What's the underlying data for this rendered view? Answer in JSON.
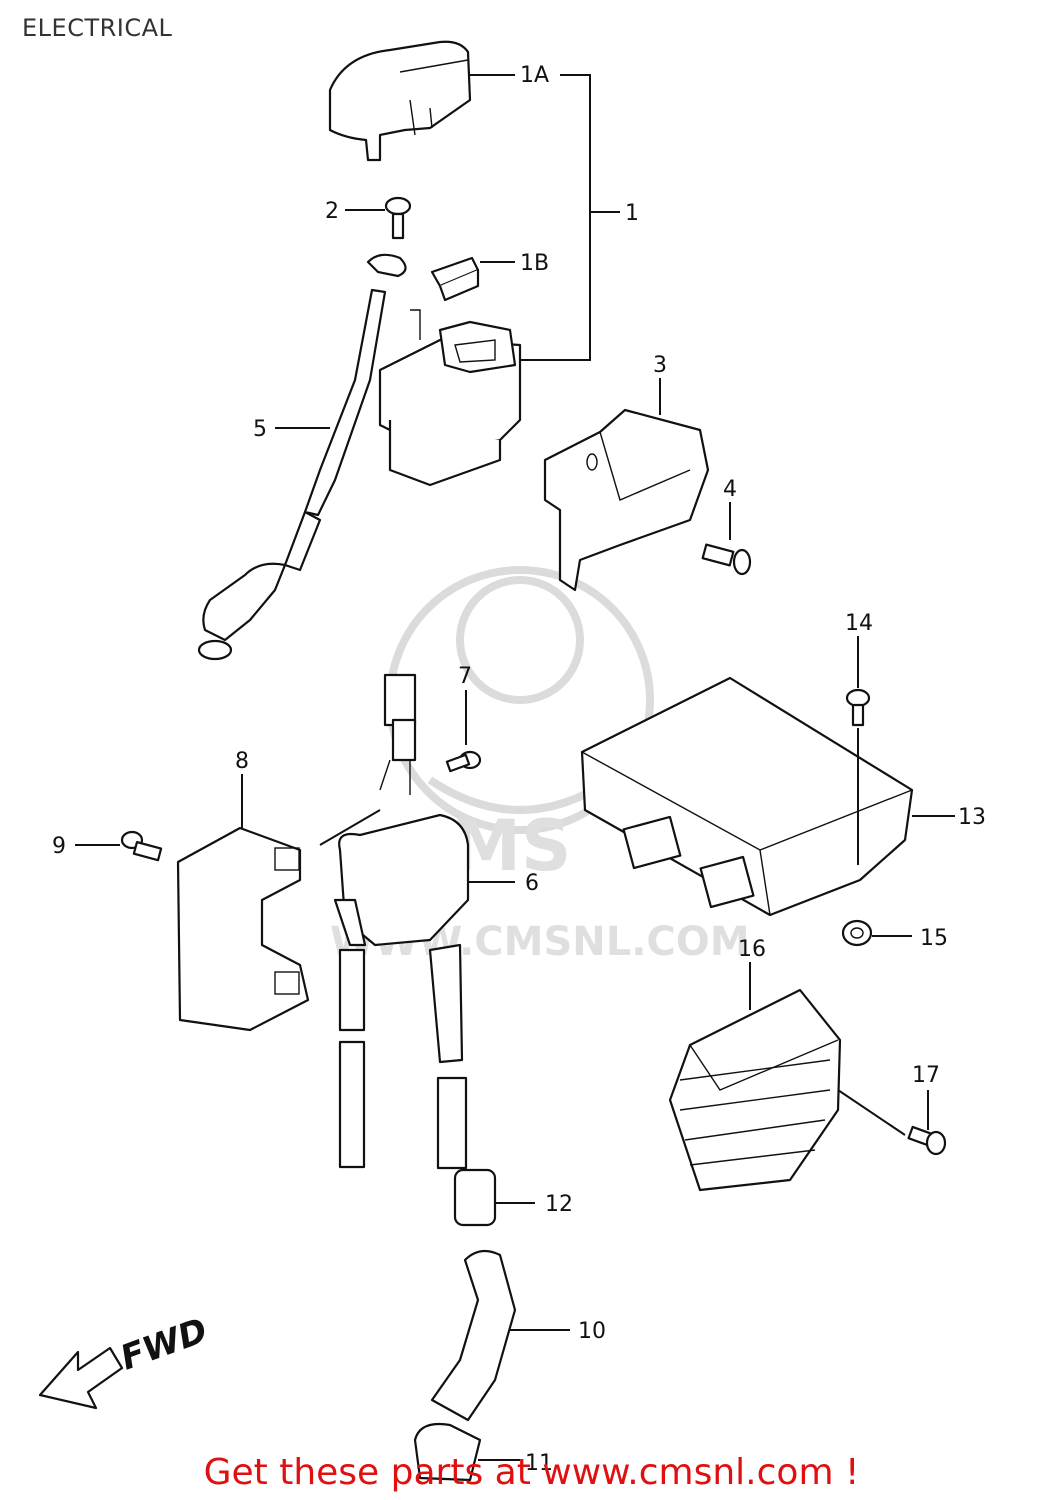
{
  "title": "ELECTRICAL",
  "footer": "Get these parts at www.cmsnl.com !",
  "watermark": {
    "logo_text": "CMS",
    "url_text": "WWW.CMSNL.COM"
  },
  "direction_label": "FWD",
  "callouts": {
    "p1": "1",
    "p1A": "1A",
    "p1B": "1B",
    "p2": "2",
    "p3": "3",
    "p4": "4",
    "p5": "5",
    "p6": "6",
    "p7": "7",
    "p8": "8",
    "p9": "9",
    "p10": "10",
    "p11": "11",
    "p12": "12",
    "p13": "13",
    "p14": "14",
    "p15": "15",
    "p16": "16",
    "p17": "17"
  }
}
